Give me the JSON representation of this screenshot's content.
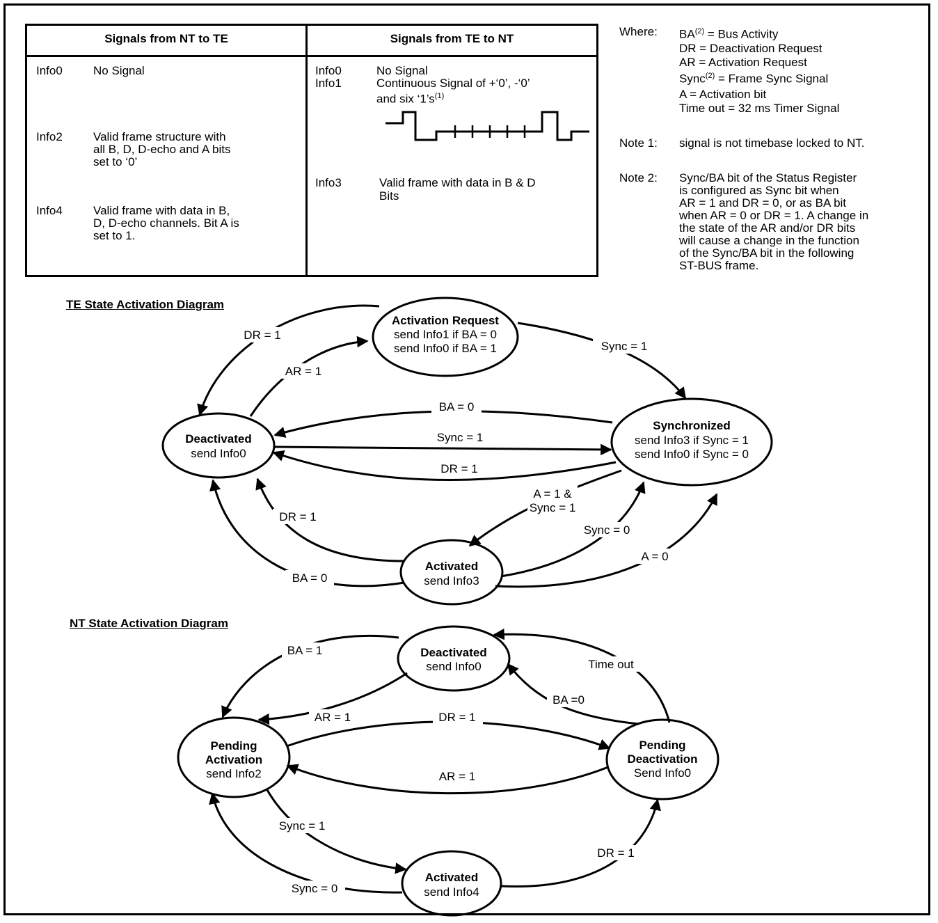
{
  "table": {
    "left_header": "Signals from NT to TE",
    "right_header": "Signals from TE to NT",
    "left_rows": [
      {
        "code": "Info0",
        "desc": [
          "No Signal"
        ]
      },
      {
        "code": "Info2",
        "desc": [
          "Valid frame structure with",
          "all B, D, D-echo and A bits",
          "set to ‘0’"
        ]
      },
      {
        "code": "Info4",
        "desc": [
          "Valid frame with data in B,",
          "D, D-echo channels. Bit A is",
          "set to 1."
        ]
      }
    ],
    "right_rows": [
      {
        "code": "Info0",
        "desc": [
          "No Signal"
        ]
      },
      {
        "code": "Info1",
        "desc": [
          "Continuous Signal of +‘0’, -‘0’",
          "and six ‘1’s"
        ],
        "sup": "(1)"
      },
      {
        "code": "Info3",
        "desc": [
          "Valid frame with data in B & D",
          "Bits"
        ]
      }
    ]
  },
  "legend": {
    "where_label": "Where:",
    "ba": "BA",
    "ba_sup": "(2)",
    "ba_rest": " = Bus Activity",
    "dr": "DR = Deactivation Request",
    "ar": "AR = Activation Request",
    "sync": "Sync",
    "sync_sup": "(2)",
    "sync_rest": " = Frame Sync Signal",
    "a": "A = Activation bit",
    "timeout": "Time out = 32 ms Timer Signal",
    "note1_label": "Note 1:",
    "note1": "signal is not timebase locked to NT.",
    "note2_label": "Note 2:",
    "note2": [
      "Sync/BA bit of the Status Register",
      "is configured as Sync bit when",
      "AR = 1 and DR = 0, or as BA bit",
      "when AR = 0 or DR = 1. A change in",
      "the state of the AR and/or DR bits",
      "will cause a change in the function",
      "of the Sync/BA bit in the following",
      "ST-BUS frame."
    ]
  },
  "te": {
    "title": "TE State Activation Diagram",
    "states": {
      "activation_request": [
        "Activation Request",
        "send Info1 if BA = 0",
        "send Info0 if BA = 1"
      ],
      "deactivated": [
        "Deactivated",
        "send Info0"
      ],
      "synchronized": [
        "Synchronized",
        "send Info3 if Sync = 1",
        "send Info0 if Sync = 0"
      ],
      "activated": [
        "Activated",
        "send Info3"
      ]
    },
    "labels": {
      "dr1_top": "DR = 1",
      "ar1": "AR = 1",
      "sync1_top": "Sync = 1",
      "ba0_mid": "BA = 0",
      "sync1_mid": "Sync = 1",
      "dr1_mid": "DR = 1",
      "a1_sync1_a": "A = 1 &",
      "a1_sync1_b": "Sync = 1",
      "sync0": "Sync = 0",
      "dr1_left": "DR = 1",
      "ba0_bottom": "BA = 0",
      "a0": "A = 0"
    }
  },
  "nt": {
    "title": "NT State Activation Diagram",
    "states": {
      "deactivated": [
        "Deactivated",
        "send Info0"
      ],
      "pending_activation": [
        "Pending",
        "Activation",
        "send Info2"
      ],
      "pending_deactivation": [
        "Pending",
        "Deactivation",
        "Send Info0"
      ],
      "activated": [
        "Activated",
        "send Info4"
      ]
    },
    "labels": {
      "ba1": "BA = 1",
      "ar1_top": "AR = 1",
      "timeout": "Time out",
      "ba0": "BA =0",
      "dr1_mid": "DR = 1",
      "ar1_mid": "AR = 1",
      "sync1": "Sync = 1",
      "sync0": "Sync = 0",
      "dr1_right": "DR = 1"
    }
  }
}
